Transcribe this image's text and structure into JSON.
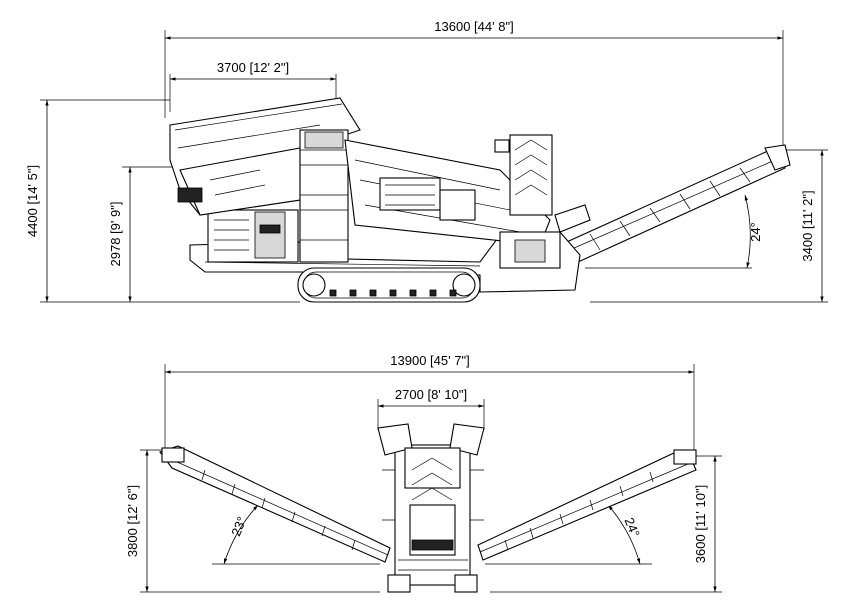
{
  "side_view": {
    "overall_length": "13600 [44' 8\"]",
    "feed_width": "3700 [12' 2\"]",
    "overall_height": "4400 [14' 5\"]",
    "feed_height": "2978 [9' 9\"]",
    "conveyor_discharge_height": "3400 [11' 2\"]",
    "conveyor_angle": "24°"
  },
  "front_view": {
    "overall_width": "13900 [45' 7\"]",
    "body_width": "2700 [8' 10\"]",
    "left_discharge_height": "3800 [12' 6\"]",
    "right_discharge_height": "3600 [11' 10\"]",
    "left_conveyor_angle": "23°",
    "right_conveyor_angle": "24°"
  }
}
